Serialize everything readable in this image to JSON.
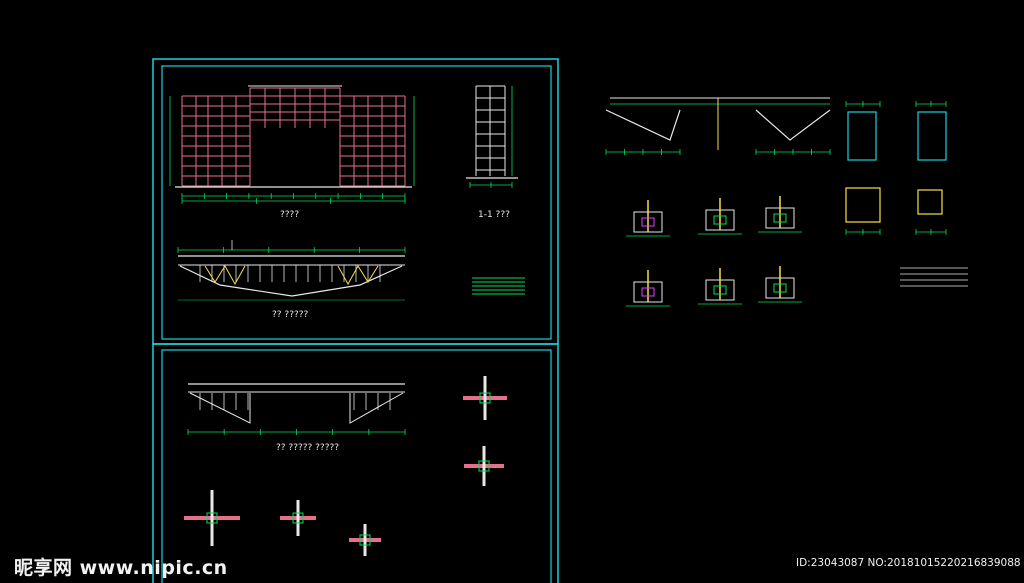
{
  "colors": {
    "background": "#000000",
    "sheet_frame": "#19d3dc",
    "frame_members": "#e6708a",
    "dimension": "#00e05a",
    "annotation": "#e8e8e8",
    "truss_yellow": "#f5e14a",
    "detail_magenta": "#e040ff",
    "detail_white": "#ffffff"
  },
  "captions": {
    "elevation": "????",
    "section_1_1": "1-1 ???",
    "truss_elevation": "?? ?????",
    "half_truss": "?? ????? ?????"
  },
  "watermark": {
    "site": "昵享网 www.nipic.cn",
    "id_text": "ID:23043087 NO:20181015220216839088"
  }
}
